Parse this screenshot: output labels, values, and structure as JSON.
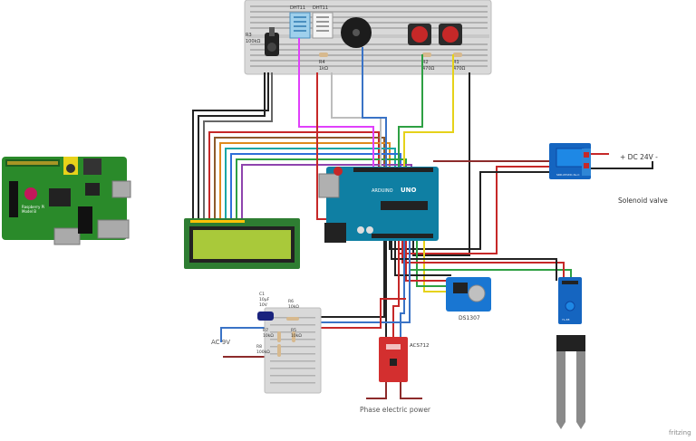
{
  "labels": {
    "dc_supply": "+ DC 24V -",
    "solenoid": "Solenoid valve",
    "ac_supply": "AC 9V",
    "phase_power": "Phase electric power",
    "current_sensor": "ACS712",
    "rtc_module": "DS1307",
    "brand": "fritzing"
  },
  "breadboard_top": {
    "pot": {
      "ref": "R3",
      "value": "100kΩ"
    },
    "dht11_a": "DHT11",
    "dht11_b": "DHT11",
    "r_a": {
      "ref": "R4",
      "value": "1kΩ"
    },
    "r_b": {
      "ref": "R2",
      "value": "470Ω"
    },
    "r_c": {
      "ref": "R1",
      "value": "470Ω"
    }
  },
  "small_breadboard": {
    "cap": {
      "ref": "C1",
      "value": "10µF",
      "voltage": "10V"
    },
    "r6": {
      "ref": "R6",
      "value": "10kΩ"
    },
    "r7": {
      "ref": "R7",
      "value": "10kΩ"
    },
    "r5": {
      "ref": "R5",
      "value": "10kΩ"
    },
    "r8": {
      "ref": "R8",
      "value": "100kΩ"
    }
  },
  "arduino": {
    "brand": "ARDUINO",
    "model": "UNO"
  },
  "raspberry": {
    "label1": "Raspberry Pi",
    "label2": "Model B"
  },
  "relay": {
    "text": "SRD-05VDC-SL-C"
  },
  "sensor_module": {
    "text": "YL-38"
  },
  "colors": {
    "arduino": "#0f7fa3",
    "raspberry": "#2a8a2a",
    "lcd_screen": "#a9c93a",
    "relay": "#1565c0",
    "acs712": "#d32f2f",
    "breadboard": "#d9d9d9"
  }
}
